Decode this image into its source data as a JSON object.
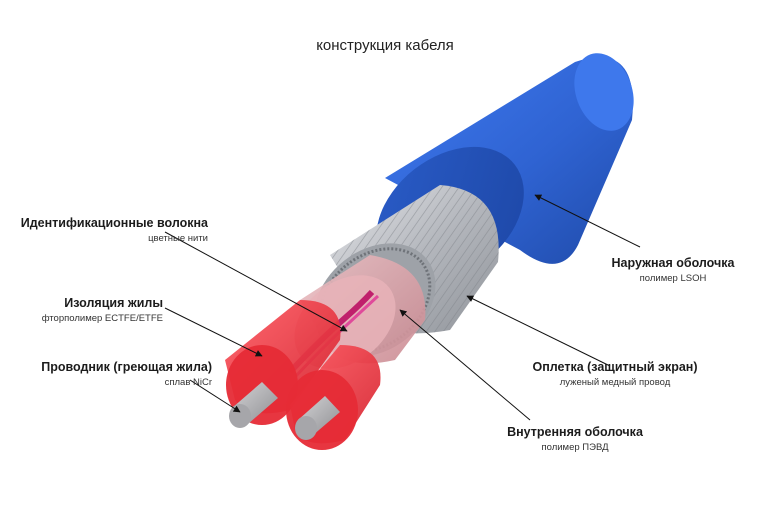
{
  "title": "конструкция кабеля",
  "labels": {
    "fibers": {
      "name": "Идентификационные волокна",
      "material": "цветные нити"
    },
    "insulation": {
      "name": "Изоляция жилы",
      "material": "фторполимер ECTFE/ETFE"
    },
    "conductor": {
      "name": "Проводник (греющая жила)",
      "material": "сплав NiCr"
    },
    "outer": {
      "name": "Наружная оболочка",
      "material": "полимер LSOH"
    },
    "braid": {
      "name": "Оплетка (защитный экран)",
      "material": "луженый медный провод"
    },
    "inner": {
      "name": "Внутренняя оболочка",
      "material": "полимер ПЭВД"
    }
  },
  "colors": {
    "outer_sheath": "#2f66d6",
    "braid": "#b9bcc2",
    "inner_sheath": "#d9a0a6",
    "insulation": "#e52a35",
    "conductor": "#a8a8ac",
    "fiber": "#c0206c"
  }
}
